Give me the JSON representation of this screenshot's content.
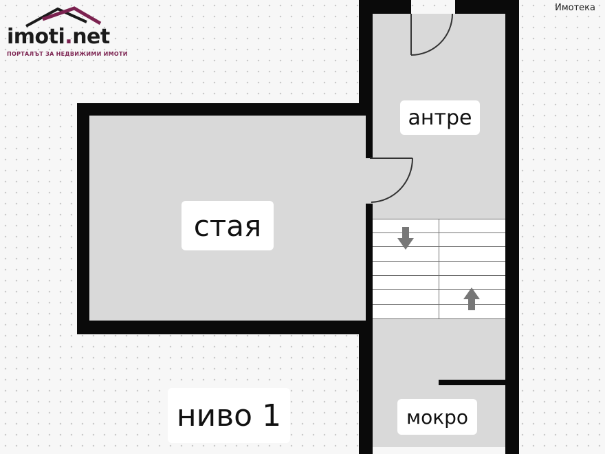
{
  "brand": {
    "name_main": "imoti",
    "name_dot": ".",
    "name_tld": "net",
    "tagline": "ПОРТАЛЪТ ЗА НЕДВИЖИМИ ИМОТИ",
    "accent_color": "#7b2250",
    "icon": "house-roof-icon"
  },
  "watermark": "Имотека",
  "rooms": {
    "room": "стая",
    "hall": "антре",
    "bathroom": "мокро"
  },
  "level_label": "ниво 1",
  "stairs": {
    "down_arrow": "arrow-down-icon",
    "up_arrow": "arrow-up-icon"
  },
  "colors": {
    "wall": "#0a0a0a",
    "floor": "#d9d9d9",
    "background": "#f7f7f7"
  }
}
